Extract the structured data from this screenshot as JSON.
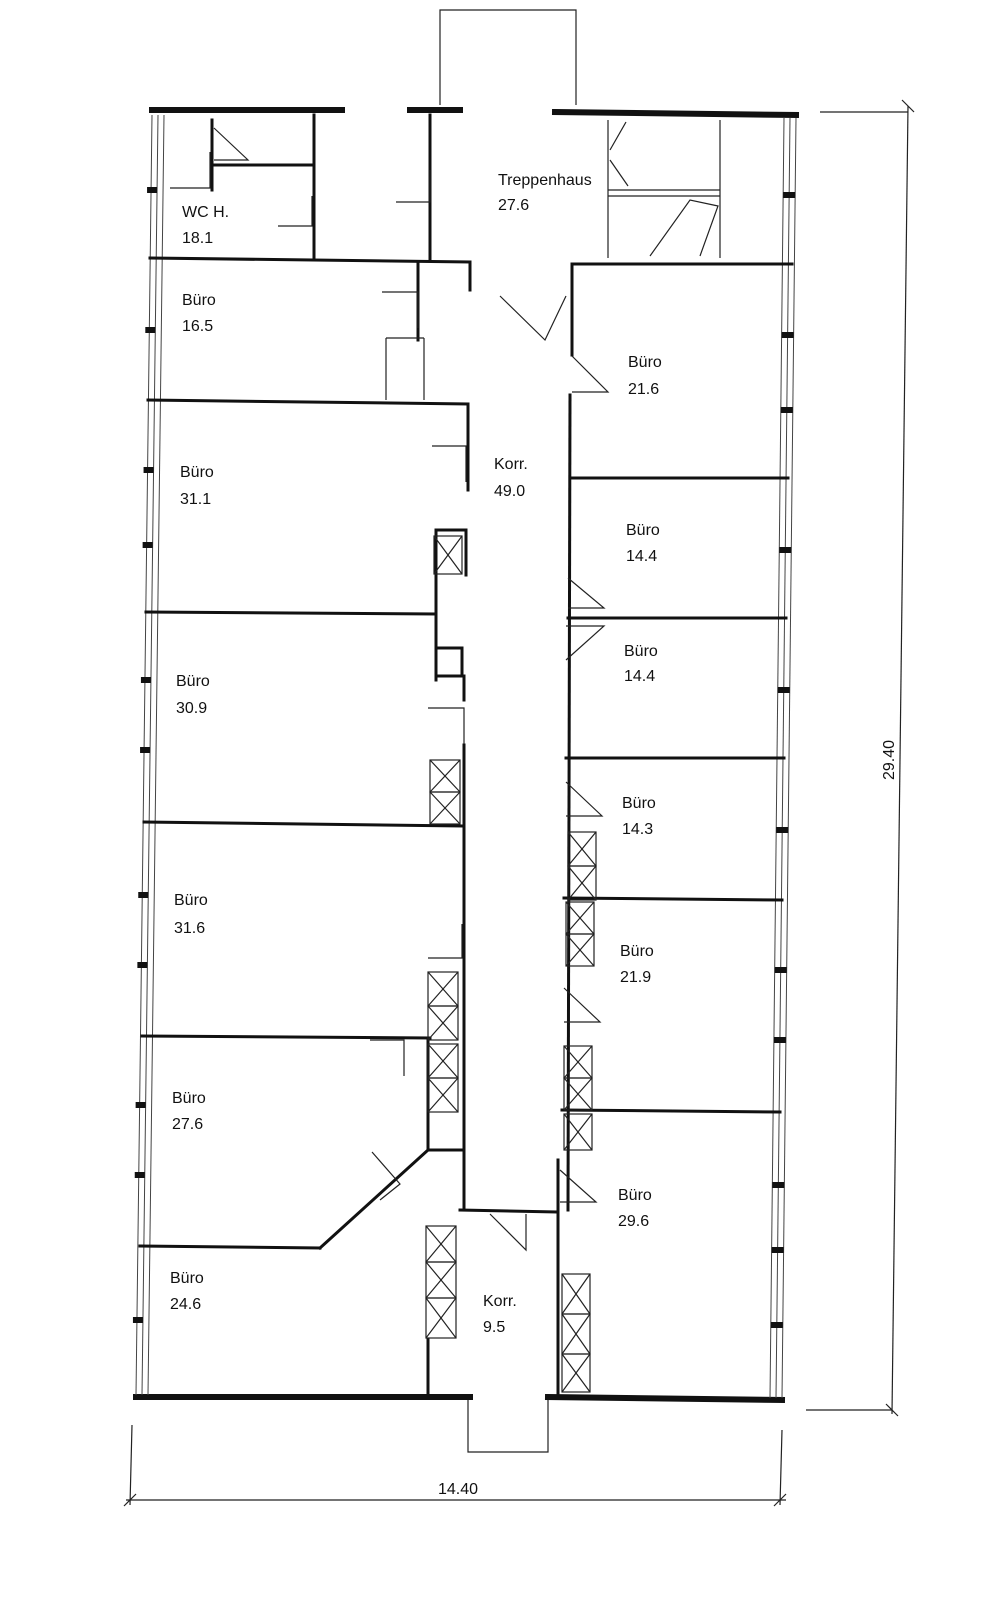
{
  "rooms": {
    "wc": {
      "name": "WC H.",
      "area": "18.1"
    },
    "treppenhaus": {
      "name": "Treppenhaus",
      "area": "27.6"
    },
    "l1": {
      "name": "Büro",
      "area": "16.5"
    },
    "l2": {
      "name": "Büro",
      "area": "31.1"
    },
    "l3": {
      "name": "Büro",
      "area": "30.9"
    },
    "l4": {
      "name": "Büro",
      "area": "31.6"
    },
    "l5": {
      "name": "Büro",
      "area": "27.6"
    },
    "l6": {
      "name": "Büro",
      "area": "24.6"
    },
    "korr_main": {
      "name": "Korr.",
      "area": "49.0"
    },
    "korr_small": {
      "name": "Korr.",
      "area": "9.5"
    },
    "r1": {
      "name": "Büro",
      "area": "21.6"
    },
    "r2": {
      "name": "Büro",
      "area": "14.4"
    },
    "r3": {
      "name": "Büro",
      "area": "14.4"
    },
    "r4": {
      "name": "Büro",
      "area": "14.3"
    },
    "r5": {
      "name": "Büro",
      "area": "21.9"
    },
    "r6": {
      "name": "Büro",
      "area": "29.6"
    }
  },
  "dimensions": {
    "height": "29.40",
    "width": "14.40"
  }
}
